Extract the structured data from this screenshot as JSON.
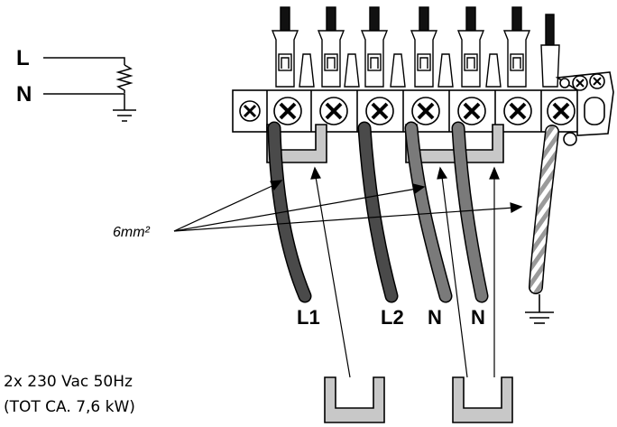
{
  "schematic": {
    "line_label": "L",
    "neutral_label": "N"
  },
  "terminal_labels": {
    "l1": "L1",
    "l2": "L2",
    "n1": "N",
    "n2": "N"
  },
  "cross_section_label": "6mm²",
  "supply": {
    "line1": "2x 230 Vac 50Hz",
    "line2": "(TOT CA. 7,6 kW)"
  },
  "colors": {
    "block_fill": "#ffffff",
    "bridge_fill": "#c8c8c8",
    "wire_dark": "#4a4a4a",
    "wire_mid": "#7a7a7a",
    "earth_stripe": "#9a9a9a",
    "stroke": "#000000"
  }
}
